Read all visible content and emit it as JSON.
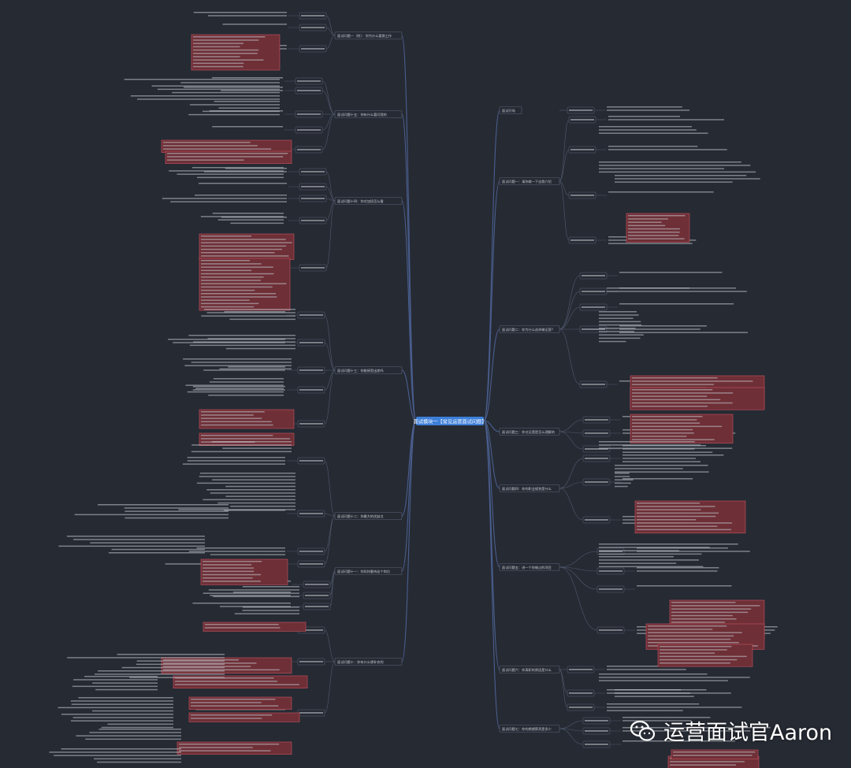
{
  "colors": {
    "background": "#262a33",
    "line": "#4a5f8f",
    "line_fine": "#505a6e",
    "text": "#c5c8cf",
    "highlight_fill": "#6e2f37",
    "highlight_border": "#c9545f",
    "center_fill": "#3d7fd9",
    "node_border": "#5a6276"
  },
  "center": {
    "label": "面试模块一【常见运营面试问题】"
  },
  "watermark": {
    "text": "运营面试官Aaron",
    "logo": "wechat-icon"
  },
  "right_branches": [
    "面试开场",
    "面试问题一：请你做一下自我介绍",
    "面试问题二：你为什么选择做运营？",
    "面试问题三：你对运营是怎么理解的",
    "面试问题四：你的职业规划是什么",
    "面试问题五：讲一个你做过的项目",
    "面试问题六：你离职的原因是什么",
    "面试问题七：你的期望薪资是多少"
  ],
  "left_branches": [
    "面试问题一（附）：你为什么要换工作",
    "面试问题十五：你有什么要问我的",
    "面试问题十四：你对加班怎么看",
    "面试问题十三：你能接受出差吗",
    "面试问题十二：你最大的优缺点",
    "面试问题十一：你如何看待这个岗位",
    "面试问题十：你有什么想补充的"
  ]
}
